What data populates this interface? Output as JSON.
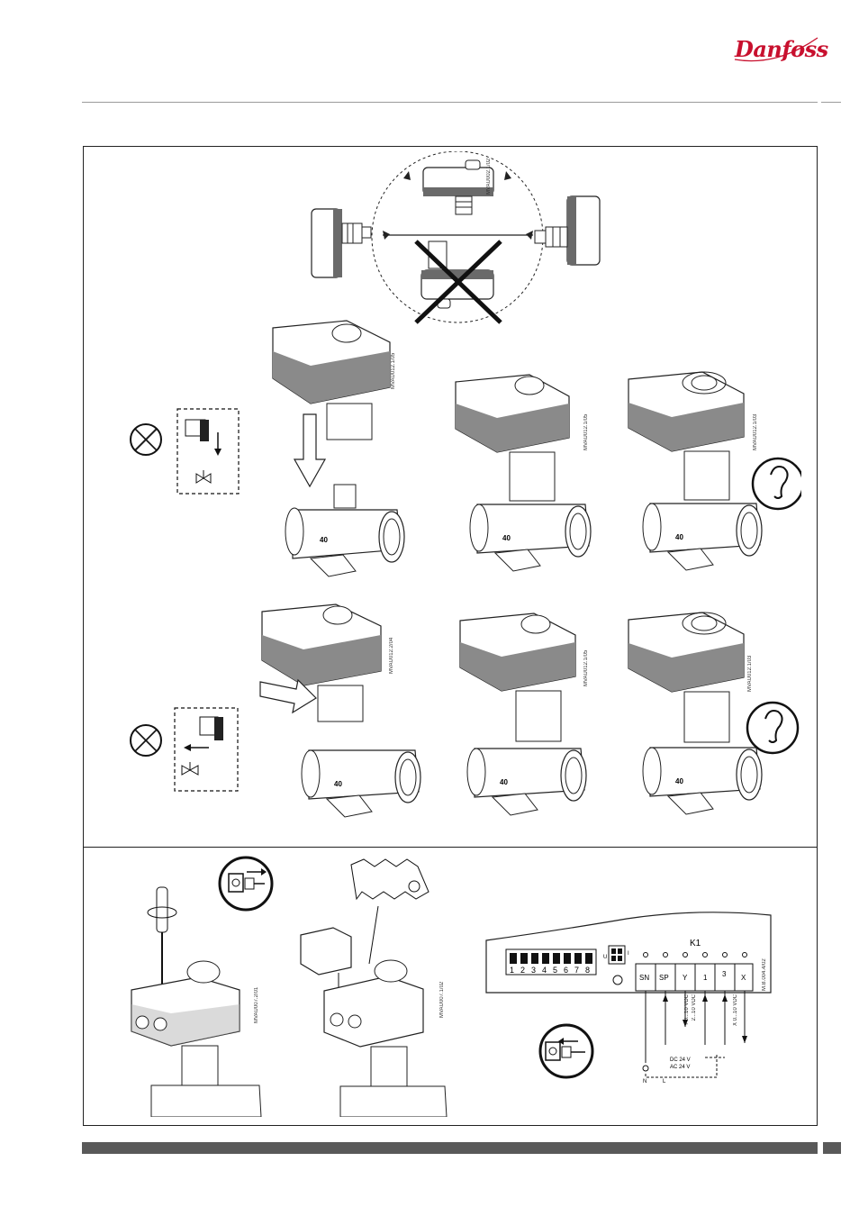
{
  "brand": {
    "logo_text": "Danfoss"
  },
  "figure_codes": {
    "orientation": "MVAU002.1/02",
    "install_a1": "MVAU012.1/05",
    "install_a2": "MVAU012.1/05",
    "install_a3": "MVAU012.1/03",
    "install_b1": "MVAU012.2/04",
    "install_b2": "MVAU012.1/05",
    "install_b3": "MVAU012.1/03",
    "cover_open": "MVAU007.2/01",
    "cover_off": "MVAU007.1/02",
    "wiring": "M.B.004.4/02"
  },
  "valve": {
    "dn_label": "40"
  },
  "wiring": {
    "board_label": "K1",
    "dip_numbers": [
      "1",
      "2",
      "3",
      "4",
      "5",
      "6",
      "7",
      "8"
    ],
    "jumper_labels": [
      "U",
      "I"
    ],
    "terminals": [
      "SN",
      "SP",
      "Y",
      "1",
      "3",
      "X"
    ],
    "signals": {
      "y_signal": "Y 0...10 VDC",
      "y_signal_alt": "2...10 VDC",
      "x_signal": "X 0...10 VDC",
      "n_label": "N",
      "l_label": "L",
      "dc_supply": "DC 24 V",
      "ac_supply": "AC 24 V"
    }
  }
}
